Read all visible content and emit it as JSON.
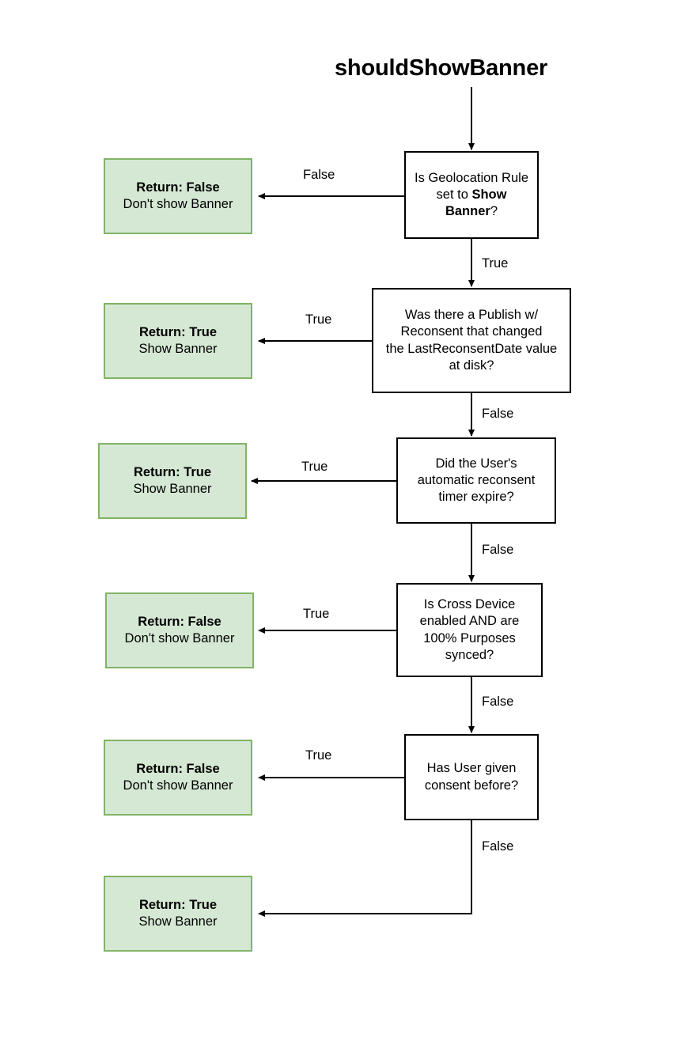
{
  "diagram": {
    "title": "shouldShowBanner",
    "colors": {
      "terminal_fill": "#d5e8d4",
      "terminal_border": "#82b366",
      "decision_fill": "#ffffff",
      "decision_border": "#000000",
      "edge": "#000000",
      "text": "#000000"
    },
    "decisions": [
      {
        "id": "geolocation-rule",
        "text_parts": [
          "Is Geolocation Rule",
          "set to ",
          "Show",
          "Banner",
          "?"
        ],
        "full_text": "Is Geolocation Rule set to Show Banner?",
        "line1": "Is Geolocation Rule",
        "line2_pre": "set to ",
        "line2_bold": "Show",
        "line3_bold": "Banner",
        "line3_post": "?"
      },
      {
        "id": "publish-reconsent",
        "full_text": "Was there a Publish w/ Reconsent that changed the LastReconsentDate value at disk?",
        "line1": "Was there a Publish w/",
        "line2": "Reconsent that changed",
        "line3": "the LastReconsentDate value",
        "line4": "at disk?"
      },
      {
        "id": "reconsent-timer",
        "full_text": "Did the User's automatic reconsent timer expire?",
        "line1": "Did the User's",
        "line2": "automatic reconsent",
        "line3": "timer expire?"
      },
      {
        "id": "cross-device-sync",
        "full_text": "Is Cross Device enabled AND are 100% Purposes synced?",
        "line1": "Is Cross Device",
        "line2": "enabled AND are",
        "line3": "100% Purposes",
        "line4": "synced?"
      },
      {
        "id": "prior-consent",
        "full_text": "Has User given consent before?",
        "line1": "Has User given",
        "line2": "consent before?"
      }
    ],
    "terminals": [
      {
        "id": "return-false-geolocation",
        "result": "Return: False",
        "detail": "Don't show Banner"
      },
      {
        "id": "return-true-reconsent",
        "result": "Return: True",
        "detail": "Show Banner"
      },
      {
        "id": "return-true-timer",
        "result": "Return: True",
        "detail": "Show Banner"
      },
      {
        "id": "return-false-crossdevice",
        "result": "Return: False",
        "detail": "Don't show Banner"
      },
      {
        "id": "return-false-prior-consent",
        "result": "Return: False",
        "detail": "Don't show Banner"
      },
      {
        "id": "return-true-final",
        "result": "Return: True",
        "detail": "Show Banner"
      }
    ],
    "edge_labels": {
      "geo_false": "False",
      "geo_true": "True",
      "reconsent_true": "True",
      "reconsent_false": "False",
      "timer_true": "True",
      "timer_false": "False",
      "crossdevice_true": "True",
      "crossdevice_false": "False",
      "consent_true": "True",
      "consent_false": "False"
    }
  }
}
